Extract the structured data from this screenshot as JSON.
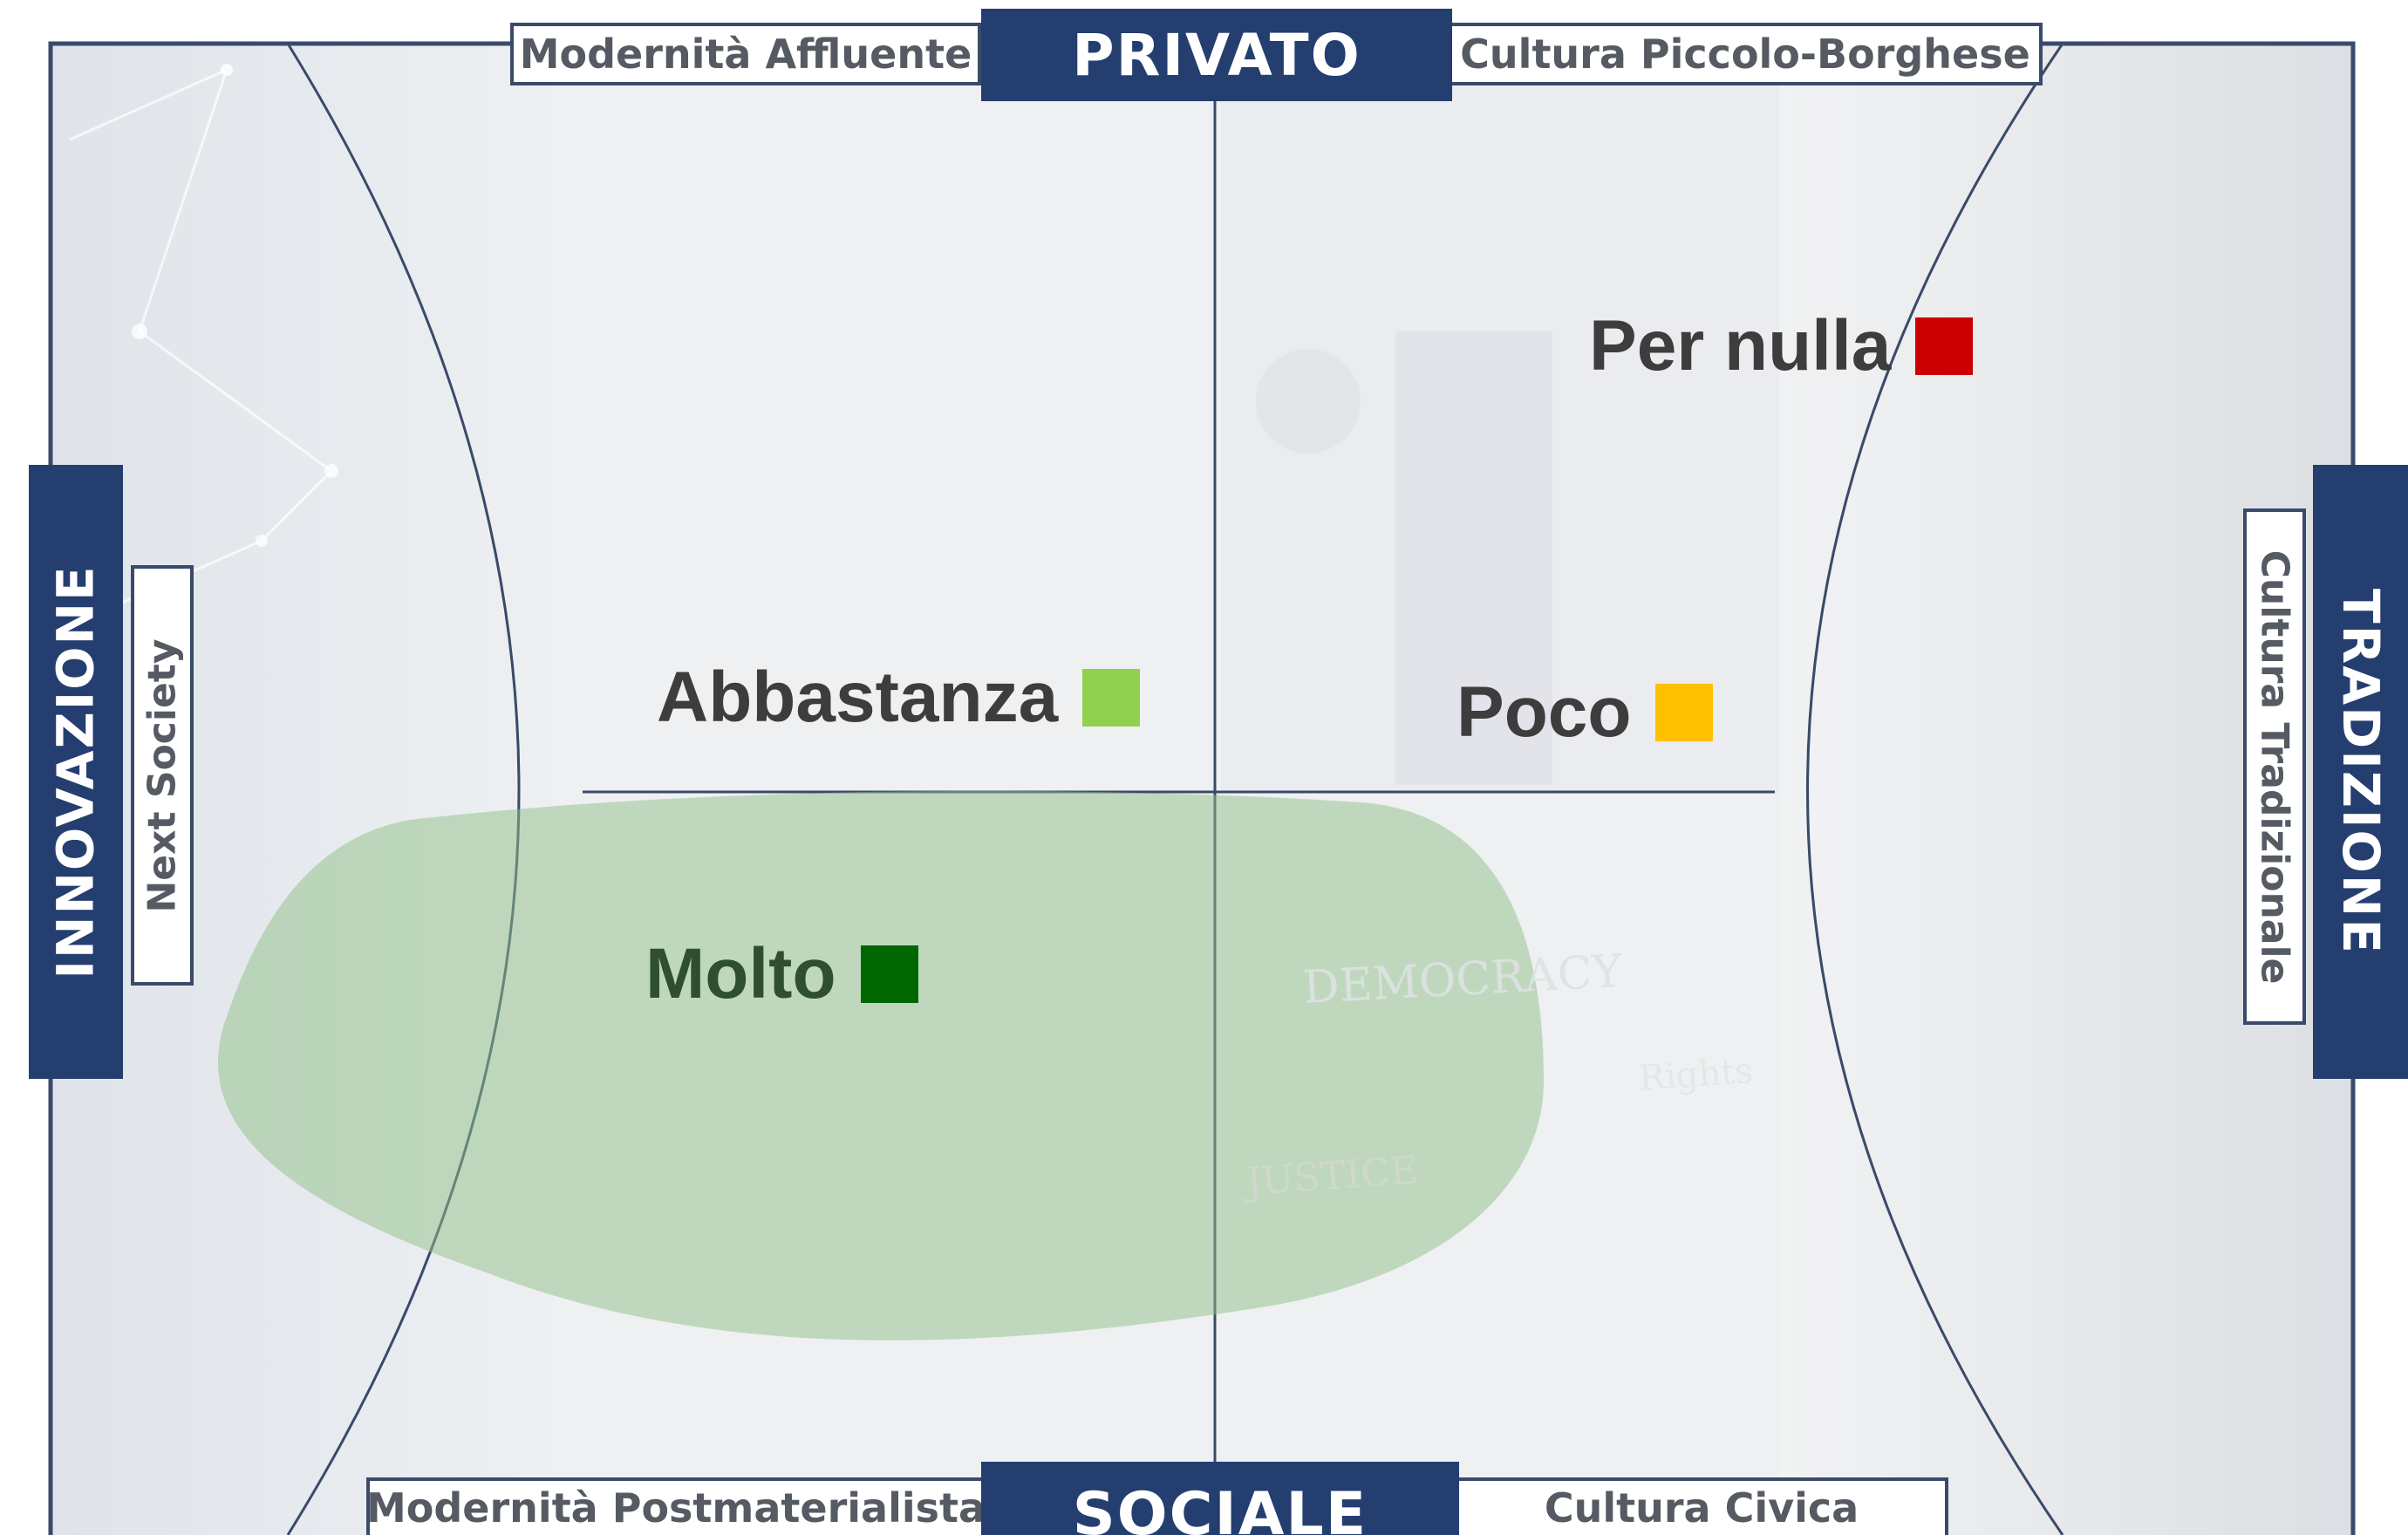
{
  "axes": {
    "top": "PRIVATO",
    "bottom": "SOCIALE",
    "left": "INNOVAZIONE",
    "right": "TRADIZIONE"
  },
  "quadrant_labels": {
    "top_left": "Modernità Affluente",
    "top_right": "Cultura Piccolo-Borghese",
    "bottom_left": "Modernità Postmaterialista",
    "bottom_right": "Cultura Civica",
    "left": "Next Society",
    "right": "Cultura Tradizionale"
  },
  "legend": [
    {
      "label": "Per nulla",
      "color": "#cc0000"
    },
    {
      "label": "Abbastanza",
      "color": "#92d050"
    },
    {
      "label": "Poco",
      "color": "#ffc000"
    },
    {
      "label": "Molto",
      "color": "#006600"
    }
  ],
  "background_words": [
    "DEMOCRACY",
    "Rights",
    "JUSTICE"
  ],
  "colors": {
    "navy": "#253e70",
    "frame": "#3a4a6a",
    "blob": "#8fbf88",
    "molto_text": "#2f4f2f"
  }
}
